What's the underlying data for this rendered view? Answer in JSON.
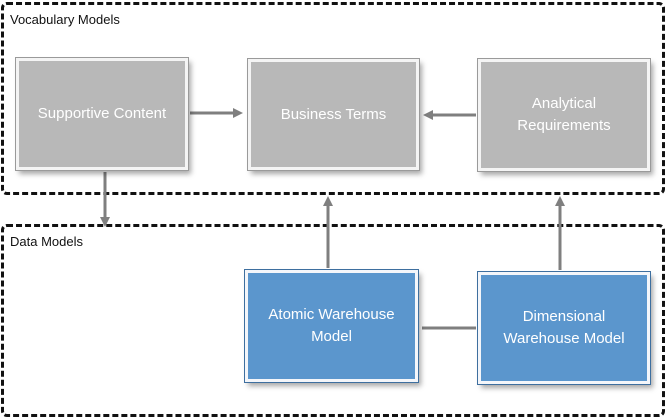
{
  "groups": {
    "vocabulary": {
      "label": "Vocabulary Models"
    },
    "data": {
      "label": "Data Models"
    }
  },
  "boxes": {
    "supportive_content": "Supportive Content",
    "business_terms": "Business Terms",
    "analytical_requirements": "Analytical\nRequirements",
    "atomic_warehouse_model": "Atomic Warehouse\nModel",
    "dimensional_warehouse_model": "Dimensional\nWarehouse Model"
  },
  "colors": {
    "gray_box": "#b8b8b8",
    "blue_box": "#5b96cd",
    "connector": "#7f7f7f",
    "group_border": "#111111"
  }
}
